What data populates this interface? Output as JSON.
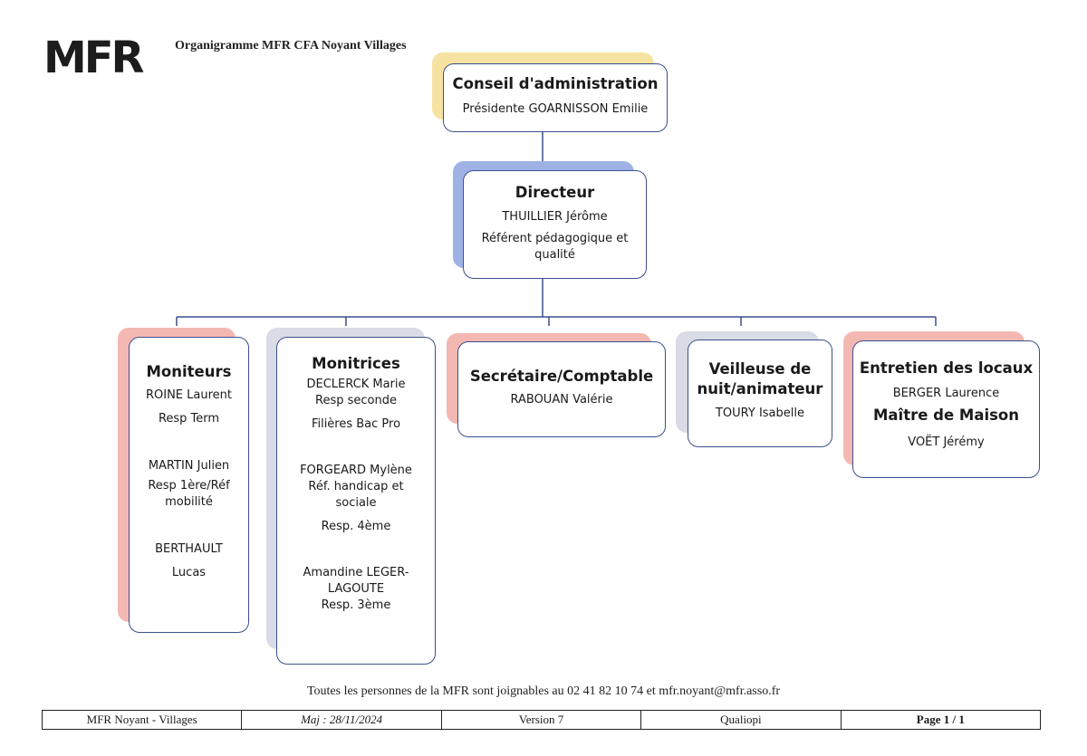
{
  "header": {
    "logo_text": "MFR",
    "title": "Organigramme MFR CFA Noyant Villages"
  },
  "chart": {
    "board": {
      "title": "Conseil d'administration",
      "lines": [
        "Présidente GOARNISSON Emilie"
      ]
    },
    "director": {
      "title": "Directeur",
      "lines": [
        "THUILLIER Jérôme",
        "Référent pédagogique et",
        "qualité"
      ]
    },
    "moniteurs": {
      "title": "Moniteurs",
      "lines": [
        "ROINE Laurent",
        "Resp Term",
        "",
        "MARTIN Julien",
        "Resp 1ère/Réf",
        "mobilité",
        "",
        "BERTHAULT",
        "Lucas"
      ]
    },
    "monitrices": {
      "title": "Monitrices",
      "lines": [
        "DECLERCK Marie",
        "Resp seconde",
        "Filières Bac Pro",
        "",
        "FORGEARD Mylène",
        "Réf. handicap et",
        "sociale",
        "Resp. 4ème",
        "",
        "Amandine LEGER-",
        "LAGOUTE",
        "Resp. 3ème"
      ]
    },
    "secretaire": {
      "title": "Secrétaire/Comptable",
      "lines": [
        "RABOUAN Valérie"
      ]
    },
    "veilleuse": {
      "title1": "Veilleuse de",
      "title2": "nuit/animateur",
      "lines": [
        "TOURY Isabelle"
      ]
    },
    "entretien": {
      "title": "Entretien des locaux",
      "line1": "BERGER Laurence",
      "title2": "Maître de Maison",
      "line2": "VOËT Jérémy"
    }
  },
  "colors": {
    "border": "#3b4f8c",
    "board_shadow": "#f7e3a1",
    "director_shadow": "#9fb2e6",
    "red_shadow": "#f4b8b2",
    "grey_shadow": "#d9dce6"
  },
  "footer": {
    "note": "Toutes les personnes de la MFR sont joignables au 02 41 82 10 74 et mfr.noyant@mfr.asso.fr",
    "cells": [
      "MFR Noyant - Villages",
      "Maj : 28/11/2024",
      "Version 7",
      "Qualiopi",
      "Page 1 / 1"
    ]
  }
}
